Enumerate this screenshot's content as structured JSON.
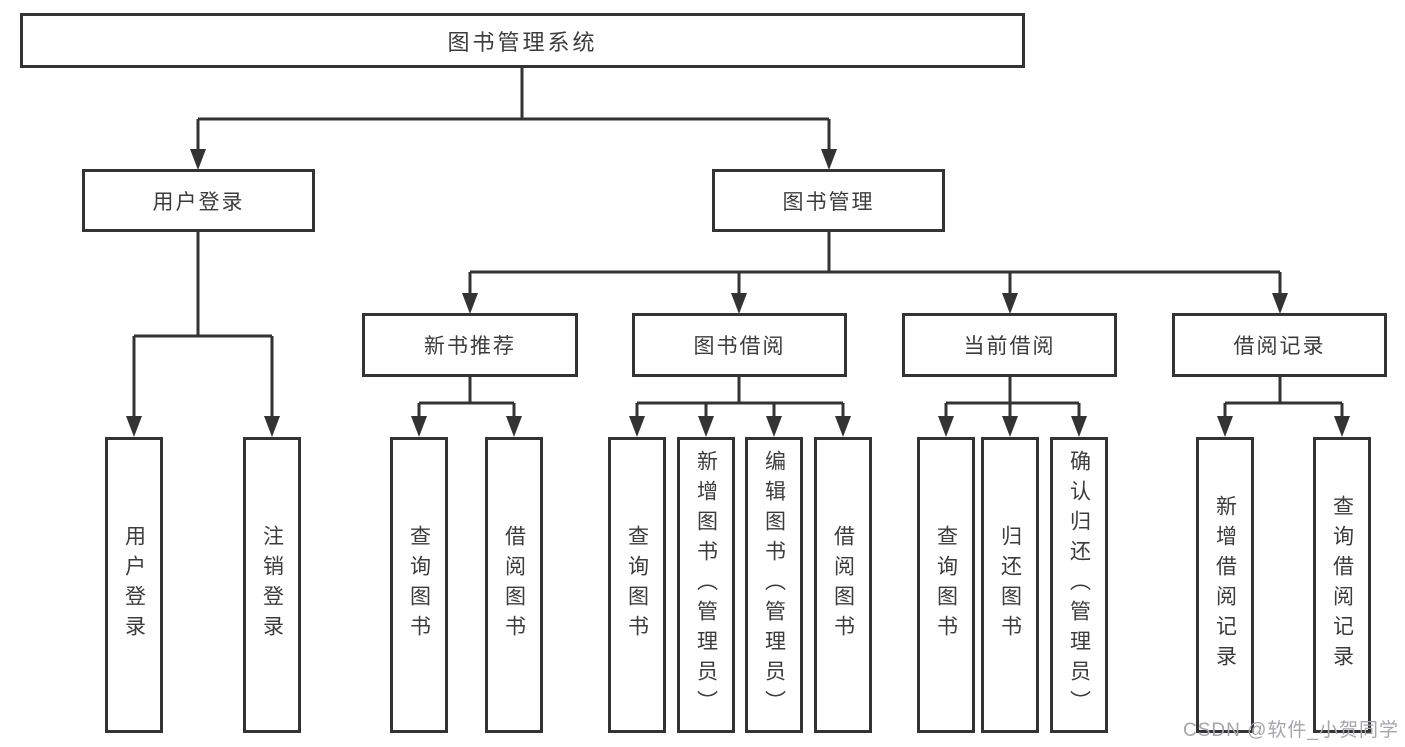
{
  "diagram": {
    "root": {
      "label": "图书管理系统"
    },
    "user_login": {
      "label": "用户登录",
      "children": [
        {
          "label": "用户登录"
        },
        {
          "label": "注销登录"
        }
      ]
    },
    "book_management": {
      "label": "图书管理",
      "sections": [
        {
          "label": "新书推荐",
          "children": [
            {
              "label": "查询图书"
            },
            {
              "label": "借阅图书"
            }
          ]
        },
        {
          "label": "图书借阅",
          "children": [
            {
              "label": "查询图书"
            },
            {
              "label": "新增图书（管理员）"
            },
            {
              "label": "编辑图书（管理员）"
            },
            {
              "label": "借阅图书"
            }
          ]
        },
        {
          "label": "当前借阅",
          "children": [
            {
              "label": "查询图书"
            },
            {
              "label": "归还图书"
            },
            {
              "label": "确认归还（管理员）"
            }
          ]
        },
        {
          "label": "借阅记录",
          "children": [
            {
              "label": "新增借阅记录"
            },
            {
              "label": "查询借阅记录"
            }
          ]
        }
      ]
    }
  },
  "watermark": {
    "text": "CSDN @软件_小贺同学"
  },
  "colors": {
    "line": "#333333",
    "text": "#3c3c3c",
    "background": "#ffffff",
    "watermark": "#a6a6aa"
  }
}
